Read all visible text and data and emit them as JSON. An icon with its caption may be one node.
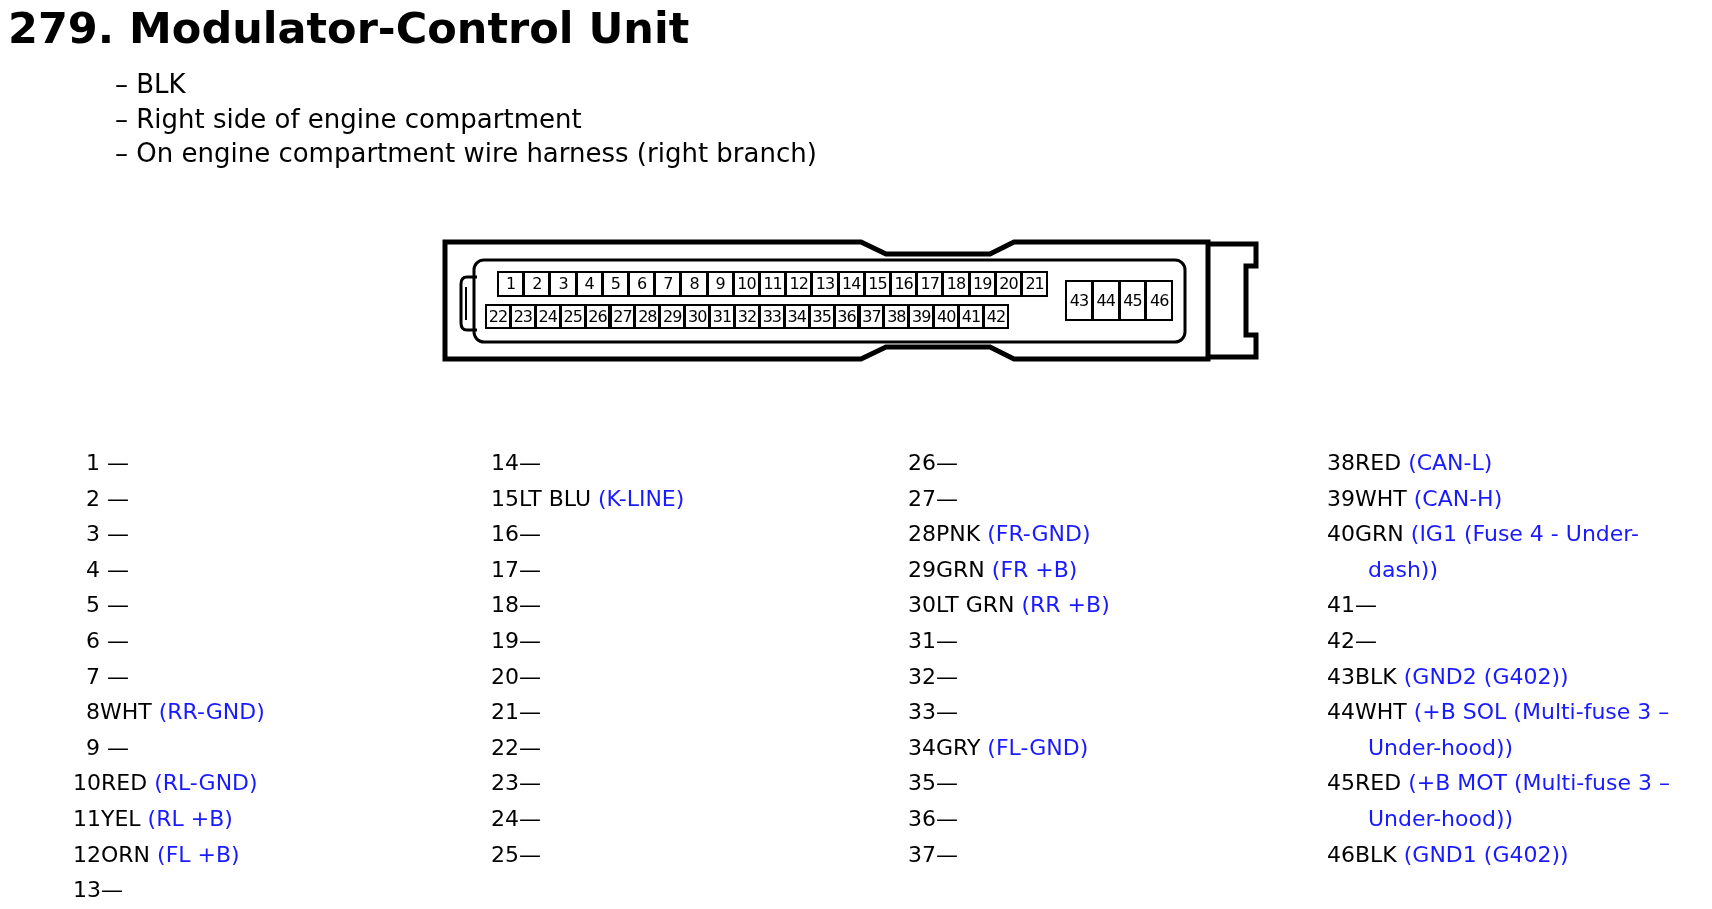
{
  "diagram": {
    "title": "279. Modulator-Control Unit",
    "labels": [
      "– BLK",
      "– Right side of engine compartment",
      "– On engine compartment wire harness (right branch)",
      "1",
      "2",
      "3",
      "4",
      "5",
      "6",
      "7",
      "8",
      "9",
      "10",
      "11",
      "12",
      "13",
      "14",
      "15",
      "16",
      "17",
      "18",
      "19",
      "20",
      "21",
      "22",
      "23",
      "24",
      "25",
      "26",
      "27",
      "28",
      "29",
      "30",
      "31",
      "32",
      "33",
      "34",
      "35",
      "36",
      "37",
      "38",
      "39",
      "40",
      "41",
      "42",
      "43",
      "44",
      "45",
      "46",
      "1 —",
      "2 —",
      "3 —",
      "4 —",
      "5 —",
      "6 —",
      "7 —",
      "8WHT",
      "(RR-GND)",
      "9 —",
      "10RED",
      "(RL-GND)",
      "11YEL",
      "(RL +B)",
      "12ORN",
      "(FL +B)",
      "13—",
      "14—",
      "15LT BLU",
      "(K-LINE)",
      "16—",
      "17—",
      "18—",
      "19—",
      "20—",
      "21—",
      "22—",
      "23—",
      "24—",
      "25—",
      "26—",
      "27—",
      "28PNK",
      "(FR-GND)",
      "29GRN",
      "(FR +B)",
      "30LT GRN",
      "(RR +B)",
      "31—",
      "32—",
      "33—",
      "34GRY",
      "(FL-GND)",
      "35—",
      "36—",
      "37—",
      "38RED",
      "(CAN-L)",
      "39WHT",
      "(CAN-H)",
      "40GRN",
      "(IG1 (Fuse 4 - Under-dash))",
      "41—",
      "42—",
      "43BLK",
      "(GND2 (G402))",
      "44WHT",
      "(+B SOL (Multi-fuse 3 – Under-hood))",
      "45RED",
      "(+B MOT (Multi-fuse 3 – Under-hood))",
      "46BLK",
      "(GND1 (G402))"
    ]
  }
}
